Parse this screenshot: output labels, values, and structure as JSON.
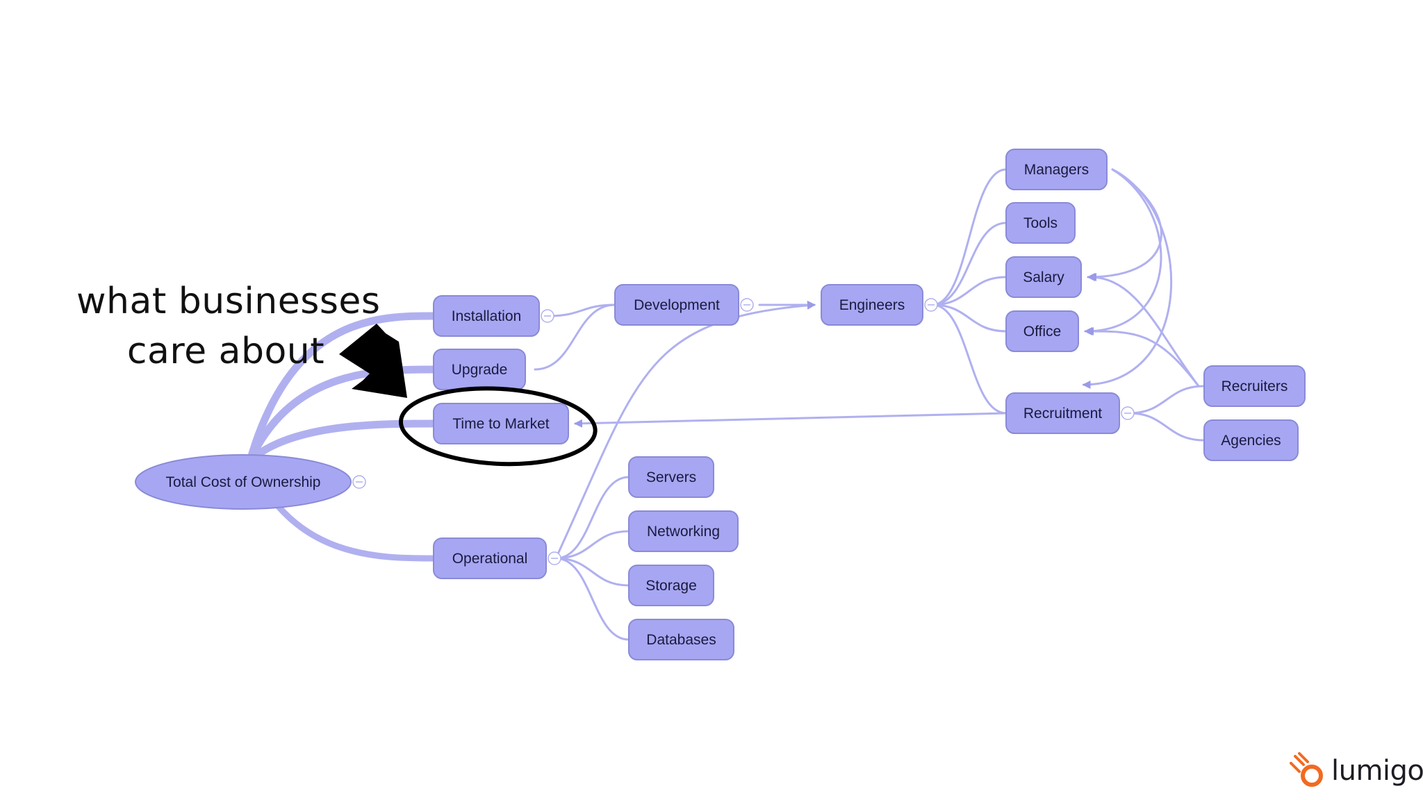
{
  "annotation": {
    "line1": "what businesses",
    "line2": "care about"
  },
  "brand": {
    "name": "lumigo",
    "accent_color": "#f26a21"
  },
  "colors": {
    "node_fill": "#a6a6f2",
    "node_stroke": "#8a8ad8",
    "edge": "#b0b0f0",
    "arrow": "#9a9ae8",
    "highlight": "#000000"
  },
  "nodes": [
    {
      "id": "total",
      "label": "Total Cost of Ownership",
      "shape": "ellipse",
      "collapse": true
    },
    {
      "id": "installation",
      "label": "Installation",
      "collapse": true
    },
    {
      "id": "upgrade",
      "label": "Upgrade"
    },
    {
      "id": "ttm",
      "label": "Time to Market",
      "highlighted": true
    },
    {
      "id": "operational",
      "label": "Operational",
      "collapse": true
    },
    {
      "id": "development",
      "label": "Development",
      "collapse": true
    },
    {
      "id": "engineers",
      "label": "Engineers",
      "collapse": true
    },
    {
      "id": "servers",
      "label": "Servers"
    },
    {
      "id": "networking",
      "label": "Networking"
    },
    {
      "id": "storage",
      "label": "Storage"
    },
    {
      "id": "databases",
      "label": "Databases"
    },
    {
      "id": "managers",
      "label": "Managers"
    },
    {
      "id": "tools",
      "label": "Tools"
    },
    {
      "id": "salary",
      "label": "Salary"
    },
    {
      "id": "office",
      "label": "Office"
    },
    {
      "id": "recruitment",
      "label": "Recruitment",
      "collapse": true
    },
    {
      "id": "recruiters",
      "label": "Recruiters"
    },
    {
      "id": "agencies",
      "label": "Agencies"
    }
  ],
  "edges": [
    {
      "from": "total",
      "to": "installation",
      "type": "tree"
    },
    {
      "from": "total",
      "to": "upgrade",
      "type": "tree"
    },
    {
      "from": "total",
      "to": "ttm",
      "type": "tree"
    },
    {
      "from": "total",
      "to": "operational",
      "type": "tree"
    },
    {
      "from": "installation",
      "to": "development",
      "type": "tree"
    },
    {
      "from": "upgrade",
      "to": "development",
      "type": "tree"
    },
    {
      "from": "development",
      "to": "engineers",
      "type": "arrow"
    },
    {
      "from": "operational",
      "to": "servers",
      "type": "tree"
    },
    {
      "from": "operational",
      "to": "networking",
      "type": "tree"
    },
    {
      "from": "operational",
      "to": "storage",
      "type": "tree"
    },
    {
      "from": "operational",
      "to": "databases",
      "type": "tree"
    },
    {
      "from": "operational",
      "to": "engineers",
      "type": "arrow"
    },
    {
      "from": "engineers",
      "to": "managers",
      "type": "tree"
    },
    {
      "from": "engineers",
      "to": "tools",
      "type": "tree"
    },
    {
      "from": "engineers",
      "to": "salary",
      "type": "tree"
    },
    {
      "from": "engineers",
      "to": "office",
      "type": "tree"
    },
    {
      "from": "engineers",
      "to": "recruitment",
      "type": "tree"
    },
    {
      "from": "recruitment",
      "to": "recruiters",
      "type": "tree"
    },
    {
      "from": "recruitment",
      "to": "agencies",
      "type": "tree"
    },
    {
      "from": "recruitment",
      "to": "ttm",
      "type": "arrow"
    },
    {
      "from": "managers",
      "to": "salary",
      "type": "arrow"
    },
    {
      "from": "managers",
      "to": "office",
      "type": "arrow"
    },
    {
      "from": "managers",
      "to": "recruitment",
      "type": "arrow"
    },
    {
      "from": "recruiters",
      "to": "salary",
      "type": "arrow"
    },
    {
      "from": "recruiters",
      "to": "office",
      "type": "arrow"
    }
  ]
}
